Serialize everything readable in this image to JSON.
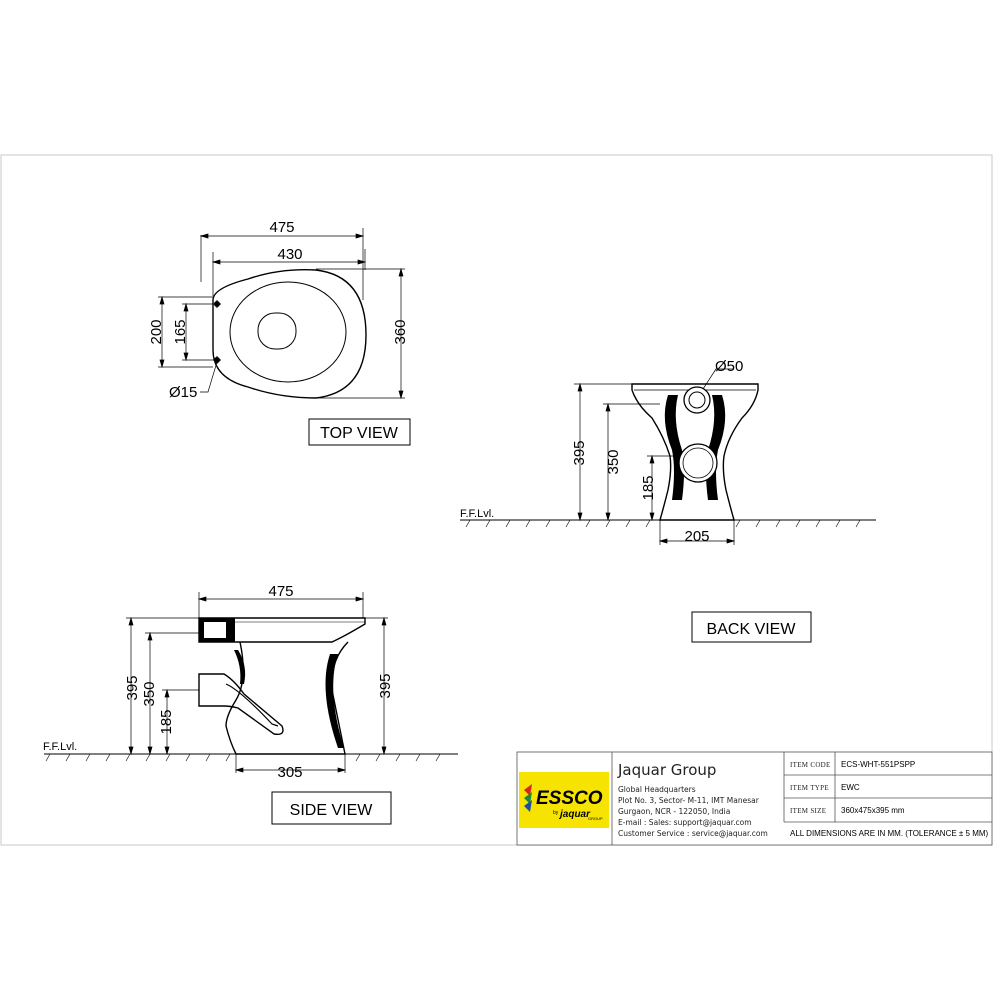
{
  "top_view": {
    "title": "TOP VIEW",
    "dims": {
      "overall_length": "475",
      "seat_length": "430",
      "width": "360",
      "hinge_span": "200",
      "hinge_spacing": "165",
      "hinge_hole": "Ø15"
    }
  },
  "back_view": {
    "title": "BACK VIEW",
    "floor_label": "F.F.Lvl.",
    "dims": {
      "height": "395",
      "rim_height": "350",
      "outlet_height": "185",
      "base_width": "205",
      "inlet_dia": "Ø50"
    }
  },
  "side_view": {
    "title": "SIDE VIEW",
    "floor_label": "F.F.Lvl.",
    "dims": {
      "overall_length": "475",
      "height_left": "395",
      "rim_height": "350",
      "outlet_height": "185",
      "height_right": "395",
      "base_length": "305"
    }
  },
  "title_block": {
    "company": "Jaquar Group",
    "logo": {
      "brand": "ESSCO",
      "by": "by",
      "parent": "jaquar",
      "group": "GROUP",
      "colors": [
        "#f6e400",
        "#d8261c",
        "#1b8a3a",
        "#1d4fa0"
      ]
    },
    "address": [
      "Global Headquarters",
      "Plot No. 3, Sector- M-11, IMT Manesar",
      "Gurgaon, NCR - 122050, India",
      "E-mail : Sales: support@jaquar.com",
      "Customer Service : service@jaquar.com"
    ],
    "fields": [
      {
        "label": "ITEM CODE",
        "value": "ECS-WHT-551PSPP"
      },
      {
        "label": "ITEM TYPE",
        "value": "EWC"
      },
      {
        "label": "ITEM SIZE",
        "value": "360x475x395 mm"
      }
    ],
    "note": "ALL DIMENSIONS ARE IN MM. (TOLERANCE ± 5 MM)"
  }
}
